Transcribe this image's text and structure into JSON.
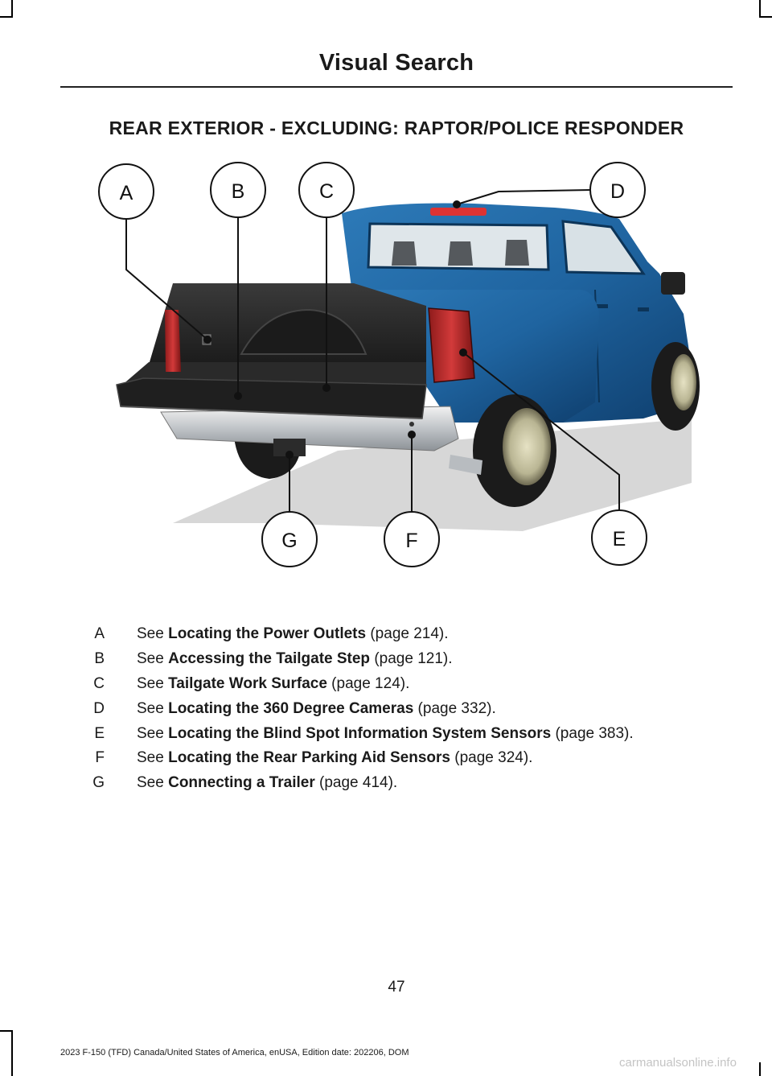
{
  "header": {
    "title": "Visual Search"
  },
  "section": {
    "title": "REAR EXTERIOR - EXCLUDING: RAPTOR/POLICE RESPONDER"
  },
  "callouts": [
    "A",
    "B",
    "C",
    "D",
    "E",
    "F",
    "G"
  ],
  "legend": [
    {
      "letter": "A",
      "prefix": "See ",
      "link": "Locating the Power Outlets",
      "suffix": " (page 214)."
    },
    {
      "letter": "B",
      "prefix": "See ",
      "link": "Accessing the Tailgate Step",
      "suffix": " (page 121)."
    },
    {
      "letter": "C",
      "prefix": "See ",
      "link": "Tailgate Work Surface",
      "suffix": " (page 124)."
    },
    {
      "letter": "D",
      "prefix": "See ",
      "link": "Locating the 360 Degree Cameras",
      "suffix": " (page 332)."
    },
    {
      "letter": "E",
      "prefix": "See ",
      "link": "Locating the Blind Spot Information System Sensors",
      "suffix": " (page 383)."
    },
    {
      "letter": "F",
      "prefix": "See ",
      "link": "Locating the Rear Parking Aid Sensors",
      "suffix": " (page 324)."
    },
    {
      "letter": "G",
      "prefix": "See ",
      "link": "Connecting a Trailer",
      "suffix": " (page 414)."
    }
  ],
  "page_number": "47",
  "footer": {
    "edition": "2023 F-150 (TFD) Canada/United States of America, enUSA, Edition date: 202206, DOM"
  },
  "watermark": "carmanualsonline.info"
}
